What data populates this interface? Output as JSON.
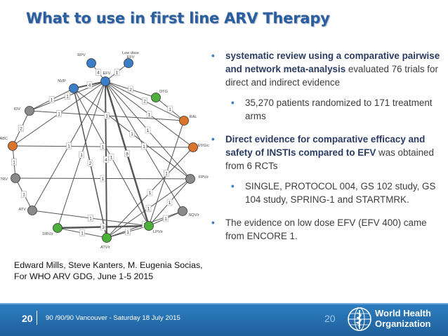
{
  "slide": {
    "title": "What to use in first line ARV Therapy"
  },
  "bullets": [
    {
      "level": 1,
      "bold": "systematic review using a comparative pairwise and network meta-analysis",
      "text": " evaluated 76 trials for direct and indirect evidence"
    },
    {
      "level": 2,
      "bold": "",
      "text": "35,270 patients randomized to 171 treatment arms"
    },
    {
      "level": 1,
      "bold": "Direct evidence for comparative efficacy and safety of INSTIs compared to EFV",
      "text": " was obtained from 6 RCTs"
    },
    {
      "level": 2,
      "bold": "",
      "text": "SINGLE, PROTOCOL 004, GS 102 study, GS 104 study, SPRING-1 and STARTMRK."
    },
    {
      "level": 1,
      "bold": "",
      "text": "The evidence on low dose EFV (EFV 400) came from ENCORE 1."
    }
  ],
  "citation": {
    "line1": "Edward Mills, Steve Kanters, M. Eugenia Socias,",
    "line2": "For WHO ARV GDG, June 1-5 2015"
  },
  "footer": {
    "page_left": "20",
    "text": "90 /90/90  Vancouver  -  Saturday  18 July 2015",
    "page_right": "20",
    "org_line1": "World Health",
    "org_line2": "Organization"
  },
  "network": {
    "colors": {
      "blue": "#3b7ec8",
      "orange": "#d9742a",
      "green": "#4caf3a",
      "gray": "#8a8a8a",
      "edge": "#555555"
    },
    "nodes": [
      {
        "id": "RPV",
        "label": "RPV",
        "color": "blue"
      },
      {
        "id": "LDEFV",
        "label": "Low dose EFV",
        "color": "blue"
      },
      {
        "id": "EFV",
        "label": "EFV",
        "color": "blue"
      },
      {
        "id": "NVP",
        "label": "NVP",
        "color": "blue"
      },
      {
        "id": "IDV",
        "label": "IDV",
        "color": "gray"
      },
      {
        "id": "DTG",
        "label": "DTG",
        "color": "green"
      },
      {
        "id": "RAL",
        "label": "RAL",
        "color": "orange"
      },
      {
        "id": "EVGc",
        "label": "EVG/c",
        "color": "orange"
      },
      {
        "id": "ABC",
        "label": "ABC",
        "color": "orange"
      },
      {
        "id": "FPVr",
        "label": "FPV/r",
        "color": "gray"
      },
      {
        "id": "TRV",
        "label": "?RV",
        "color": "gray"
      },
      {
        "id": "SQVr",
        "label": "SQV/r",
        "color": "gray"
      },
      {
        "id": "ATV",
        "label": "ATV",
        "color": "gray"
      },
      {
        "id": "LPVr",
        "label": "LPV/r",
        "color": "green"
      },
      {
        "id": "DRVr",
        "label": "DRV/r",
        "color": "green"
      },
      {
        "id": "ATVr",
        "label": "ATV/r",
        "color": "green"
      }
    ],
    "edges": [
      {
        "from": "RPV",
        "to": "EFV",
        "label": "4",
        "w": 1
      },
      {
        "from": "LDEFV",
        "to": "EFV",
        "label": "1",
        "w": 1
      },
      {
        "from": "NVP",
        "to": "EFV",
        "label": "4",
        "w": 2
      },
      {
        "from": "EFV",
        "to": "DTG",
        "label": "2",
        "w": 1
      },
      {
        "from": "EFV",
        "to": "RAL",
        "label": "2",
        "w": 1
      },
      {
        "from": "EFV",
        "to": "EVGc",
        "label": "1",
        "w": 1
      },
      {
        "from": "EFV",
        "to": "FPVr",
        "label": "1",
        "w": 1
      },
      {
        "from": "EFV",
        "to": "IDV",
        "label": "1",
        "w": 1
      },
      {
        "from": "EFV",
        "to": "ABC",
        "label": "1",
        "w": 1
      },
      {
        "from": "EFV",
        "to": "ATV",
        "label": "1",
        "w": 1
      },
      {
        "from": "EFV",
        "to": "LPVr",
        "label": "8",
        "w": 2.5
      },
      {
        "from": "EFV",
        "to": "ATVr",
        "label": "4",
        "w": 2
      },
      {
        "from": "EFV",
        "to": "SQVr",
        "label": "1",
        "w": 1
      },
      {
        "from": "EFV",
        "to": "DRVr",
        "label": "1",
        "w": 1
      },
      {
        "from": "NVP",
        "to": "IDV",
        "label": "1",
        "w": 1
      },
      {
        "from": "NVP",
        "to": "ATVr",
        "label": "2",
        "w": 1.5
      },
      {
        "from": "NVP",
        "to": "LPVr",
        "label": "1",
        "w": 1
      },
      {
        "from": "IDV",
        "to": "ABC",
        "label": "2",
        "w": 1
      },
      {
        "from": "IDV",
        "to": "RAL",
        "label": "1",
        "w": 1
      },
      {
        "from": "ABC",
        "to": "TRV",
        "label": "1",
        "w": 1
      },
      {
        "from": "ABC",
        "to": "EVGc",
        "label": "1",
        "w": 1
      },
      {
        "from": "TRV",
        "to": "ATV",
        "label": "1",
        "w": 1
      },
      {
        "from": "TRV",
        "to": "FPVr",
        "label": "1",
        "w": 1
      },
      {
        "from": "ATV",
        "to": "LPVr",
        "label": "1",
        "w": 1
      },
      {
        "from": "LPVr",
        "to": "DRVr",
        "label": "3",
        "w": 2.5
      },
      {
        "from": "LPVr",
        "to": "ATVr",
        "label": "1",
        "w": 1
      },
      {
        "from": "LPVr",
        "to": "SQVr",
        "label": "1",
        "w": 1
      },
      {
        "from": "LPVr",
        "to": "FPVr",
        "label": "1",
        "w": 1
      },
      {
        "from": "DRVr",
        "to": "ATVr",
        "label": "1",
        "w": 1
      },
      {
        "from": "ATVr",
        "to": "SQVr",
        "label": "1",
        "w": 1
      },
      {
        "from": "ATVr",
        "to": "FPVr",
        "label": "1",
        "w": 1
      },
      {
        "from": "DTG",
        "to": "RAL",
        "label": "1",
        "w": 1
      },
      {
        "from": "RAL",
        "to": "LPVr",
        "label": "1",
        "w": 1
      },
      {
        "from": "EVGc",
        "to": "ATVr",
        "label": "1",
        "w": 1
      },
      {
        "from": "NVP",
        "to": "FPVr",
        "label": "1",
        "w": 1
      }
    ]
  }
}
